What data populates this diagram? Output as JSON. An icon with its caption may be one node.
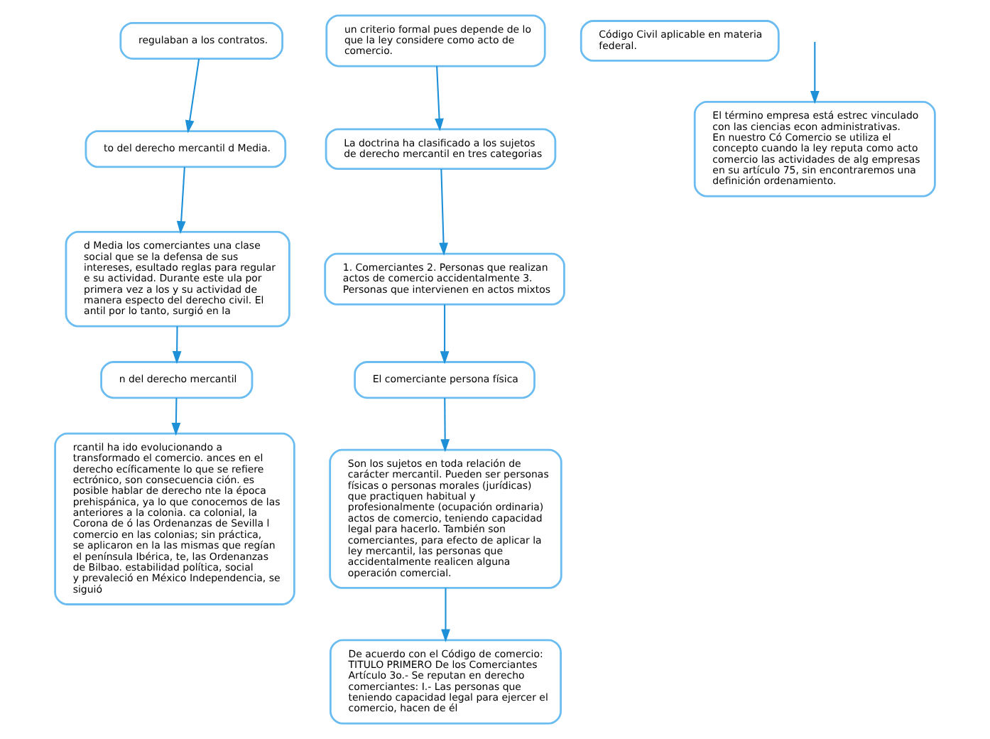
{
  "diagram": {
    "nodes": [
      {
        "text": [
          "regulaban a los contratos."
        ]
      },
      {
        "text": [
          "to del derecho mercantil d Media."
        ]
      },
      {
        "text": [
          "d Media los comerciantes una clase social que se la defensa de sus intereses, esultado reglas para regular e su actividad. Durante este ula por primera vez a los y su actividad de manera especto del derecho civil. El antil por lo tanto, surgió en la"
        ]
      },
      {
        "text": [
          "n del derecho mercantil"
        ]
      },
      {
        "text": [
          "rcantil ha ido evolucionando a transformado el comercio. ances en el derecho ecíficamente lo que se refiere ectrónico, son consecuencia ción. es posible hablar de derecho nte la época prehispánica, ya lo que conocemos de las anteriores a la colonia. ca colonial, la Corona de ó las Ordenanzas de Sevilla l comercio en las colonias; sin práctica, se aplicaron en la las mismas que regían el península Ibérica, te, las Ordenanzas de Bilbao. estabilidad política, social y prevaleció en México Independencia, se siguió"
        ]
      },
      {
        "text": [
          "un criterio formal pues depende de lo que la ley considere como acto de comercio."
        ]
      },
      {
        "text": [
          "La doctrina ha clasificado a los sujetos de derecho mercantil en tres categorias"
        ]
      },
      {
        "text": [
          "1. Comerciantes 2. Personas que realizan actos de comercio accidentalmente 3. Personas que intervienen en actos mixtos"
        ]
      },
      {
        "text": [
          "El comerciante persona física"
        ]
      },
      {
        "text": [
          "Son los sujetos en toda relación de carácter mercantil. Pueden ser personas físicas o personas morales (jurídicas) que practiquen habitual y profesionalmente (ocupación ordinaria) actos de comercio, teniendo capacidad legal para hacerlo. También son comerciantes, para efecto de aplicar la ley mercantil, las personas que accidentalmente realicen alguna operación comercial."
        ]
      },
      {
        "text": [
          "De acuerdo con el Código de comercio: TITULO PRIMERO De los Comerciantes Artículo 3o.- Se reputan en derecho comerciantes: I.- Las personas que teniendo capacidad legal para ejercer el comercio, hacen de él"
        ]
      },
      {
        "text": [
          "Código Civil aplicable en materia federal."
        ]
      },
      {
        "text": [
          "El término empresa está estrec vinculado con las ciencias econ administrativas. En nuestro Có Comercio se utiliza el concepto cuando la ley reputa como acto comercio las actividades de alg empresas en su artículo 75, sin encontraremos una definición ordenamiento."
        ]
      }
    ],
    "edges": [
      {
        "from": 0,
        "to": 1,
        "arrow": "to"
      },
      {
        "from": 1,
        "to": 2,
        "arrow": "to"
      },
      {
        "from": 2,
        "to": 3,
        "arrow": "to"
      },
      {
        "from": 3,
        "to": 4,
        "arrow": "to"
      },
      {
        "from": 5,
        "to": 6,
        "arrow": "to"
      },
      {
        "from": 6,
        "to": 7,
        "arrow": "to"
      },
      {
        "from": 7,
        "to": 8,
        "arrow": "to"
      },
      {
        "from": 8,
        "to": 9,
        "arrow": "to"
      },
      {
        "from": 9,
        "to": 10,
        "arrow": "to"
      },
      {
        "from": null,
        "to": 12,
        "arrow": "to"
      }
    ]
  }
}
